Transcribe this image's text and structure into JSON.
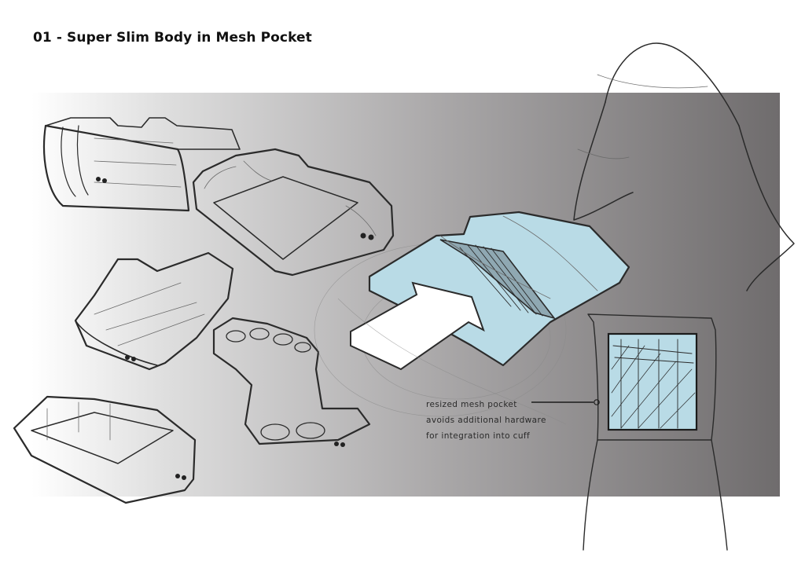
{
  "sheet": {
    "title": "01 - Super Slim Body in Mesh Pocket",
    "annotation_lines": [
      "resized mesh pocket",
      "avoids additional hardware",
      "for integration into cuff"
    ]
  },
  "colors": {
    "background_gradient_light": "#ffffff",
    "background_gradient_dark": "#6f6c6d",
    "mesh_pocket_blue": "#b9dbe6",
    "ink": "#2b2b2b"
  },
  "icons": [
    "device-sketch",
    "mesh-pocket-sketch",
    "arm-cuff-sketch"
  ]
}
